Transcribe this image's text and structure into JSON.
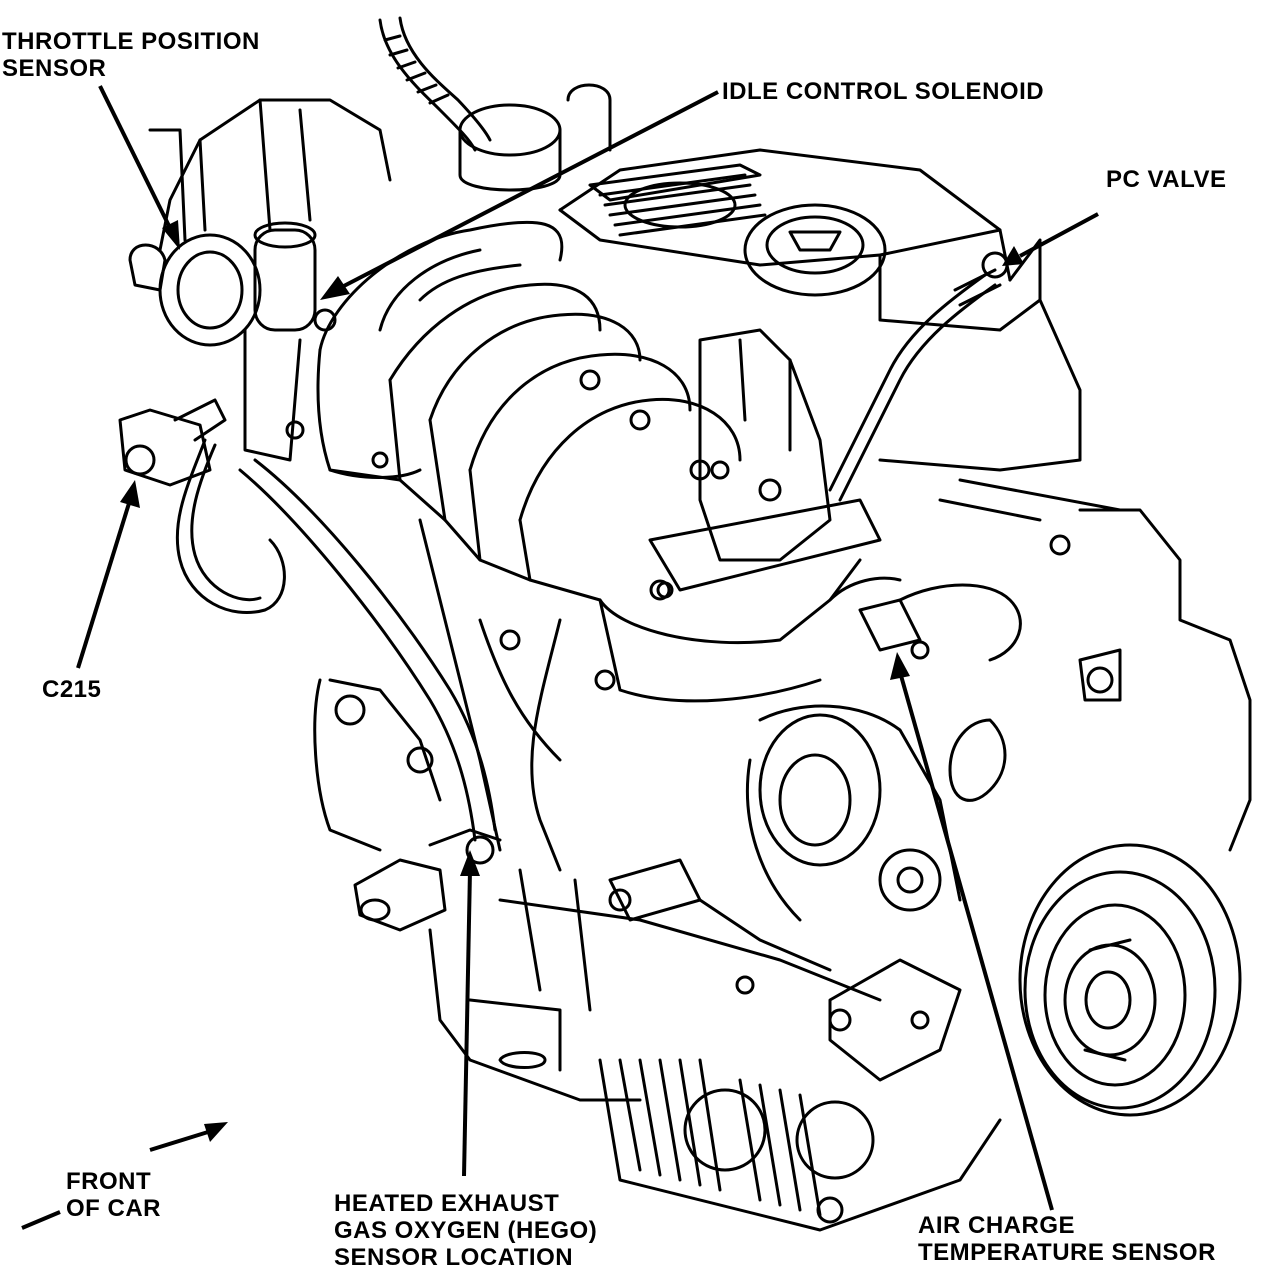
{
  "labels": {
    "throttle_position_sensor": [
      "THROTTLE POSITION",
      "SENSOR"
    ],
    "idle_control_solenoid": [
      "IDLE CONTROL SOLENOID"
    ],
    "pc_valve": [
      "PC VALVE"
    ],
    "c215": [
      "C215"
    ],
    "front_of_car": [
      "FRONT",
      "OF CAR"
    ],
    "hego_sensor": [
      "HEATED EXHAUST",
      "GAS OXYGEN (HEGO)",
      "SENSOR LOCATION"
    ],
    "air_charge_temperature_sensor": [
      "AIR CHARGE",
      "TEMPERATURE SENSOR"
    ]
  },
  "colors": {
    "ink": "#000000",
    "paper": "#ffffff"
  }
}
